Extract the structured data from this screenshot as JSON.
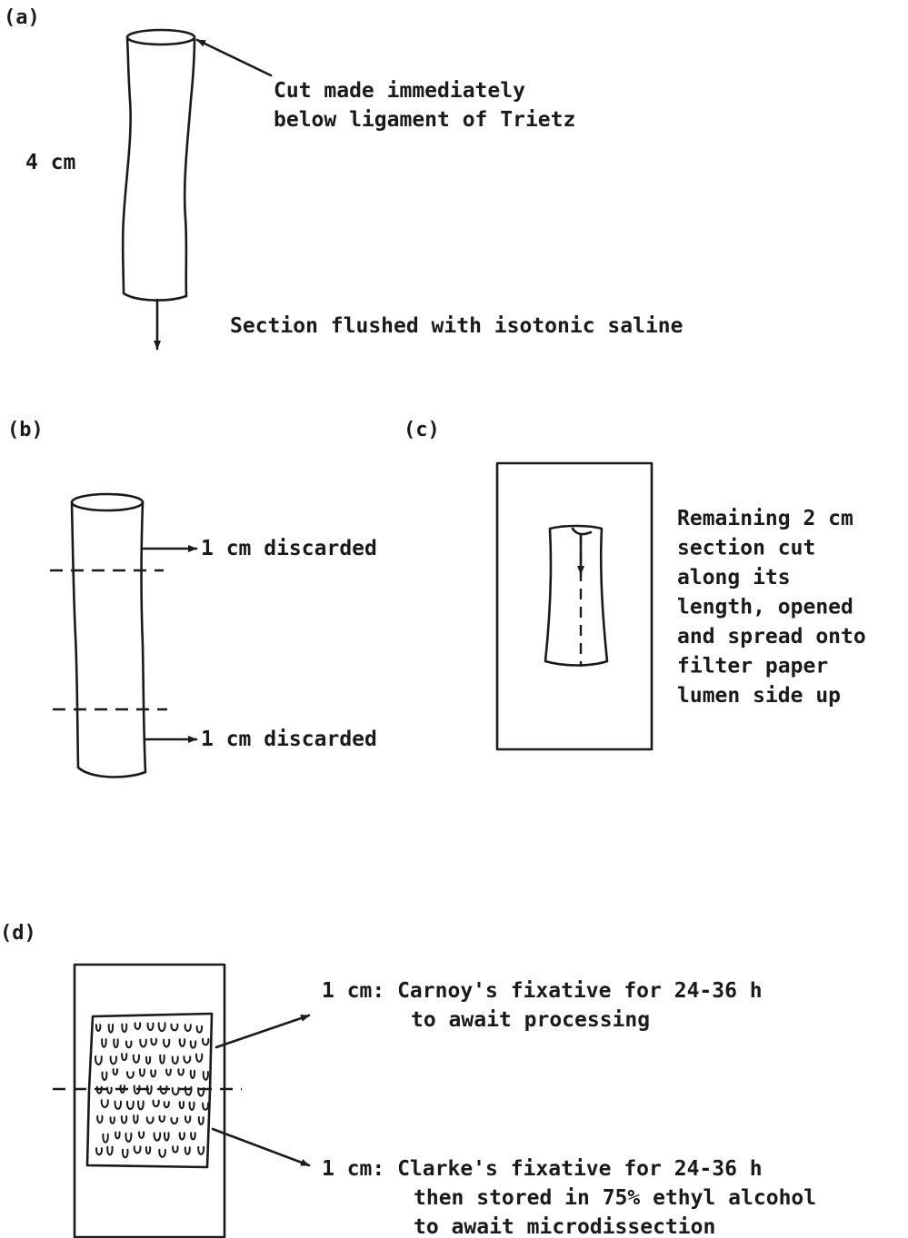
{
  "panel_a": {
    "label": "(a)",
    "length_label": "4 cm",
    "cut_note_line1": "Cut made immediately",
    "cut_note_line2": "below ligament of Trietz",
    "flush_note": "Section flushed with isotonic saline"
  },
  "panel_b": {
    "label": "(b)",
    "top_note": "1 cm discarded",
    "bottom_note": "1 cm discarded"
  },
  "panel_c": {
    "label": "(c)",
    "note_lines": [
      "Remaining 2 cm",
      "section cut",
      "along its",
      "length, opened",
      "and spread onto",
      "filter paper",
      "lumen side up"
    ]
  },
  "panel_d": {
    "label": "(d)",
    "upper_line1": "1 cm: Carnoy's fixative for 24-36 h",
    "upper_line2": "to await processing",
    "lower_line1": "1 cm: Clarke's fixative for 24-36 h",
    "lower_line2": "then stored in 75% ethyl alcohol",
    "lower_line3": "to await microdissection"
  }
}
